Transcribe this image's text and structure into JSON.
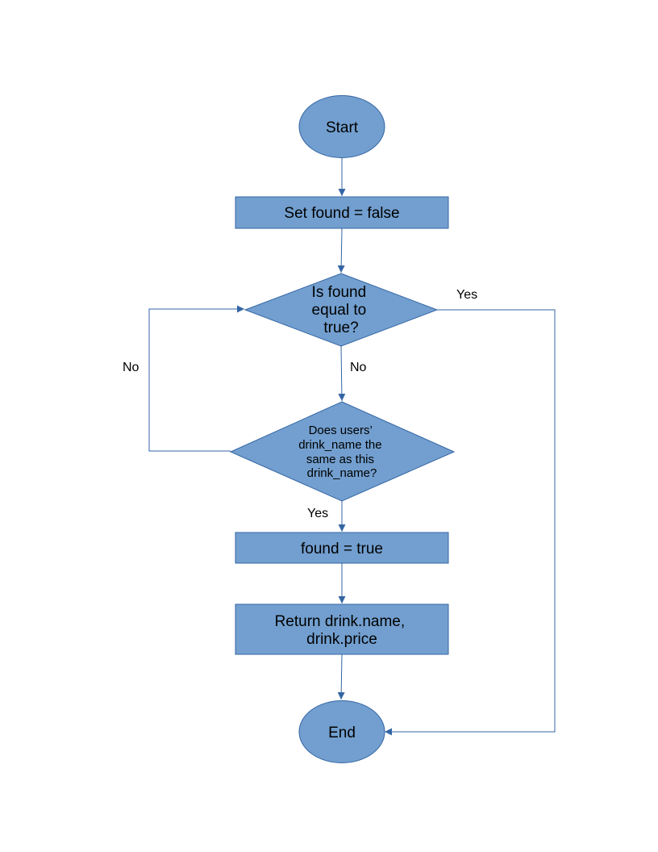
{
  "nodes": {
    "start": {
      "label": "Start"
    },
    "set_found": {
      "label": "Set found = false"
    },
    "decision_found": {
      "lines": [
        "Is found",
        "equal to",
        "true?"
      ]
    },
    "decision_name": {
      "lines": [
        "Does users’",
        "drink_name the",
        "same as this",
        "drink_name?"
      ]
    },
    "found_true": {
      "label": "found = true"
    },
    "return": {
      "lines": [
        "Return drink.name,",
        "drink.price"
      ]
    },
    "end": {
      "label": "End"
    }
  },
  "edge_labels": {
    "found_yes": "Yes",
    "found_no": "No",
    "name_no": "No",
    "name_yes": "Yes"
  },
  "colors": {
    "fill": "#729fcf",
    "stroke": "#3465a4",
    "text": "#000000"
  }
}
